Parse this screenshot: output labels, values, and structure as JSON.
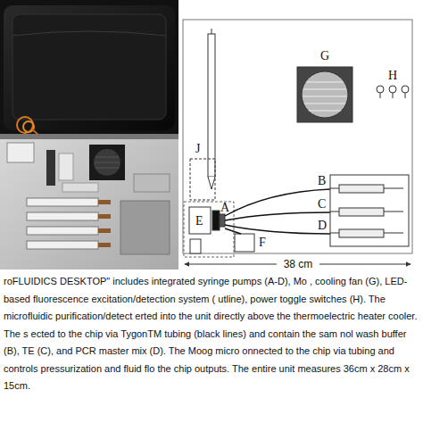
{
  "diagram": {
    "caption": "roFLUIDICS DESKTOP\" includes integrated syringe pumps (A-D), Mo , cooling fan (G), LED-based fluorescence excitation/detection system ( utline), power toggle switches (H). The microfluidic purification/detect erted into the unit directly above the thermoelectric heater cooler. The s ected to the chip via TygonTM tubing (black lines) and contain the sam nol wash buffer (B), TE (C), and PCR master mix (D). The Moog micro onnected to the chip via tubing and controls pressurization and fluid flo the chip outputs. The entire unit measures 36cm x 28cm x 15cm.",
    "labels": [
      "A",
      "B",
      "C",
      "D",
      "E",
      "F",
      "G",
      "H",
      "J",
      "38 cm"
    ]
  }
}
